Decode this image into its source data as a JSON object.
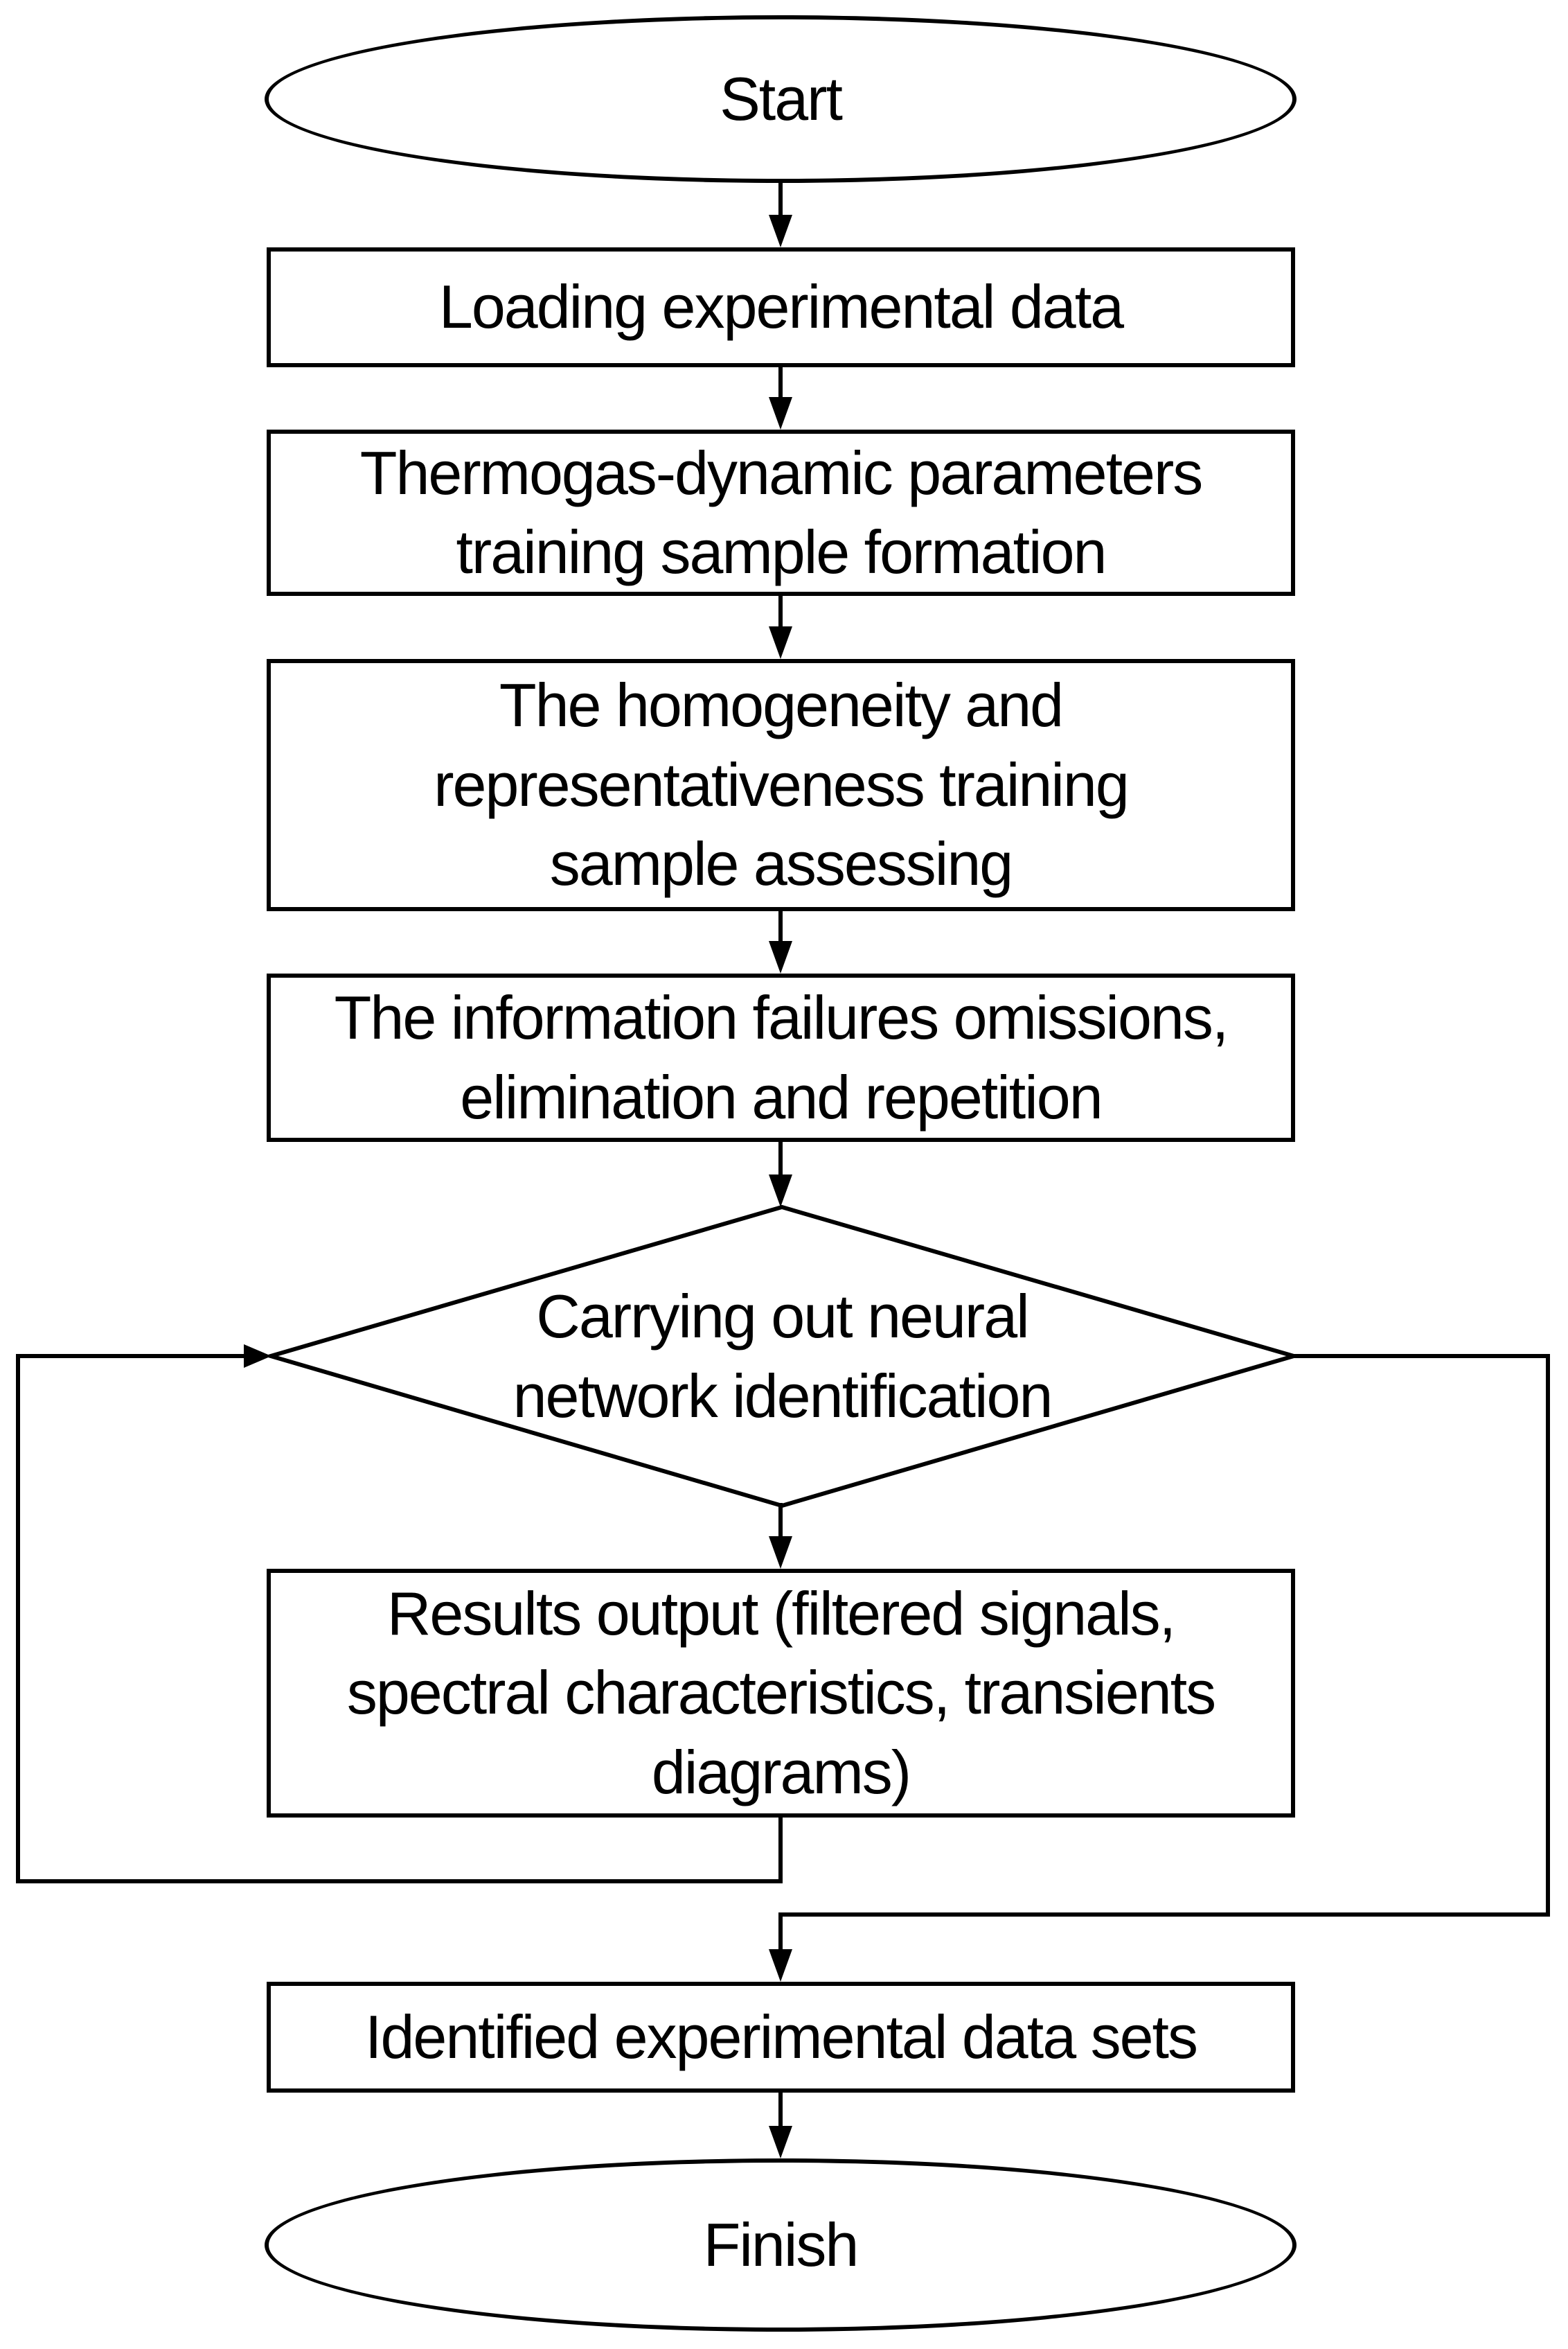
{
  "diagram": {
    "type": "flowchart",
    "colors": {
      "stroke": "#000000",
      "fill": "#ffffff",
      "text": "#000000"
    },
    "nodes": {
      "start": {
        "shape": "ellipse",
        "label": "Start"
      },
      "loading": {
        "shape": "process",
        "label": "Loading experimental data"
      },
      "formation": {
        "shape": "process",
        "label": "Thermogas-dynamic parameters\ntraining sample formation"
      },
      "homogeneity": {
        "shape": "process",
        "label": "The homogeneity and\nrepresentativeness training\nsample assessing"
      },
      "information": {
        "shape": "process",
        "label": "The information failures omissions,\nelimination and repetition"
      },
      "identification": {
        "shape": "decision",
        "label": "Carrying out neural\nnetwork identification"
      },
      "results": {
        "shape": "process",
        "label": "Results output (filtered signals,\nspectral characteristics, transients\ndiagrams)"
      },
      "identified": {
        "shape": "process",
        "label": "Identified experimental data sets"
      },
      "finish": {
        "shape": "ellipse",
        "label": "Finish"
      }
    },
    "edges": [
      {
        "from": "start",
        "to": "loading"
      },
      {
        "from": "loading",
        "to": "formation"
      },
      {
        "from": "formation",
        "to": "homogeneity"
      },
      {
        "from": "homogeneity",
        "to": "information"
      },
      {
        "from": "information",
        "to": "identification"
      },
      {
        "from": "identification",
        "to": "results"
      },
      {
        "from": "results",
        "to": "identification",
        "route": "down-left-up loop back into diamond left vertex"
      },
      {
        "from": "identification",
        "to": "identified",
        "route": "right vertex, right-down-left into box top"
      },
      {
        "from": "identified",
        "to": "finish"
      }
    ]
  }
}
